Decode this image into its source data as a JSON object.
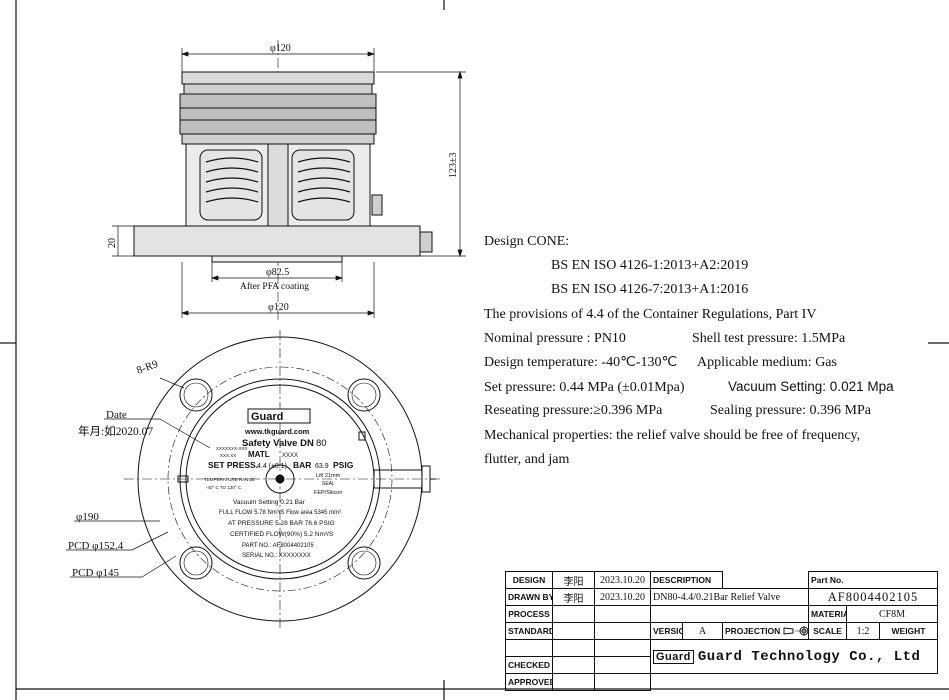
{
  "top_view": {
    "dim_top": "φ120",
    "dim_height": "123±3",
    "dim_flange": "20",
    "dim_bore": "φ82.5",
    "bore_note": "After PFA coating",
    "dim_bottom": "φ120"
  },
  "plan_view": {
    "holes": "8-R9",
    "date_label": "Date",
    "date_value": "年月:如2020.07",
    "dia_outer": "φ190",
    "pcd1": "PCD φ152.4",
    "pcd2": "PCD φ145"
  },
  "nameplate": {
    "brand": "Guard",
    "website": "www.tkguard.com",
    "title": "Safety Valve DN",
    "dn": "80",
    "matl_label": "MATL",
    "matl_value": "XXXX",
    "set_label": "SET PRESS.",
    "set_value": "4.4 (±0.1)",
    "bar": "BAR",
    "psig_value": "63.9",
    "psig": "PSIG",
    "lift": "Lift 21mm",
    "seal": "SEAL",
    "seal_value": "FEP/Silicon",
    "temp_label": "TEMPERATURE RANGE",
    "temp_value": "-40° C TO 130° C",
    "vacuum": "Vacuum Setting 0.21 Bar",
    "full_flow": "FULL FLOW 5.78 Nm³/S  Flow area 5345 mm²",
    "at_pressure": "AT PRESSURE 5.28 BAR  76.6 PSIG",
    "certified": "CERTIFIED FLOW(90%) 5.2 Nm³/S",
    "part_no": "PART NO.: AF8004402105",
    "serial": "SERIAL NO.: XXXXXXXX",
    "small1": "XXXXXXX-XXX",
    "small2": "XXX.XX"
  },
  "notes": {
    "design_code": "Design CONE:",
    "std1": "BS EN ISO 4126-1:2013+A2:2019",
    "std2": "BS EN ISO 4126-7:2013+A1:2016",
    "provisions": "The provisions of 4.4 of the Container Regulations, Part IV",
    "nominal": "Nominal pressure : PN10",
    "shell_test": "Shell test pressure: 1.5MPa",
    "design_temp": "Design temperature: -40℃-130℃",
    "medium": "Applicable medium: Gas",
    "set_pressure": "Set pressure: 0.44 MPa (±0.01Mpa)",
    "vacuum_setting": "Vacuum Setting: 0.021 Mpa",
    "reseating": "Reseating pressure:≥0.396 MPa",
    "sealing": "Sealing pressure: 0.396 MPa",
    "mech1": "Mechanical properties: the relief valve should be free of frequency,",
    "mech2": "flutter, and jam"
  },
  "title_block": {
    "design": "DESIGN",
    "drawn_by": "DRAWN BY",
    "process": "PROCESS",
    "standard": "STANDARD",
    "checked": "CHECKED",
    "approved": "APPROVED",
    "designer": "李阳",
    "drawer": "李阳",
    "design_date": "2023.10.20",
    "drawn_date": "2023.10.20",
    "description_label": "DESCRIPTION",
    "description": "DN80-4.4/0.21Bar  Relief Valve",
    "part_no_label": "Part No.",
    "part_no": "AF8004402105",
    "material_label": "MATERIAL",
    "material": "CF8M",
    "version_label": "VERSION",
    "version": "A",
    "projection_label": "PROJECTION",
    "scale_label": "SCALE",
    "scale": "1:2",
    "weight_label": "WEIGHT",
    "logo": "Guard",
    "company": "Guard Technology Co., Ltd"
  }
}
